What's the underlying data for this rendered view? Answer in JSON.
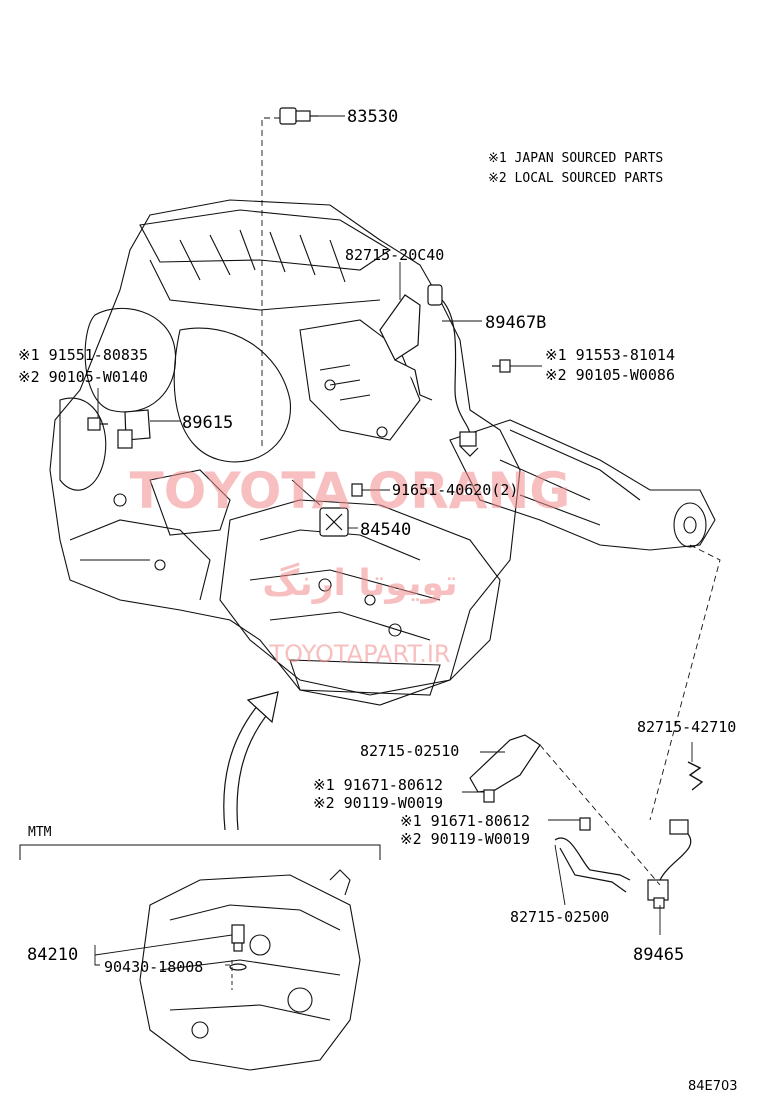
{
  "legend": {
    "japan": "※1 JAPAN SOURCED PARTS",
    "local": "※2 LOCAL SOURCED PARTS"
  },
  "parts": {
    "p83530": "83530",
    "p82715_20C40": "82715-20C40",
    "p89467B": "89467B",
    "p91553_81014": "※1 91553-81014",
    "p90105_W0086": "※2 90105-W0086",
    "p91551_80835": "※1 91551-80835",
    "p90105_W0140": "※2 90105-W0140",
    "p89615": "89615",
    "p91651_40620": "91651-40620(2)",
    "p84540": "84540",
    "p82715_42710": "82715-42710",
    "p82715_02510": "82715-02510",
    "p91671_80612_a": "※1 91671-80612",
    "p90119_W0019_a": "※2 90119-W0019",
    "p91671_80612_b": "※1 91671-80612",
    "p90119_W0019_b": "※2 90119-W0019",
    "p82715_02500": "82715-02500",
    "p89465": "89465",
    "p84210": "84210",
    "p90430_18008": "90430-18008"
  },
  "mtm_label": "MTM",
  "figure_code": "84E703",
  "watermark": {
    "main": "TOYOTA ORANG",
    "persian": "تویوتا ارنگ",
    "site": "TOYOTAPART.IR"
  }
}
